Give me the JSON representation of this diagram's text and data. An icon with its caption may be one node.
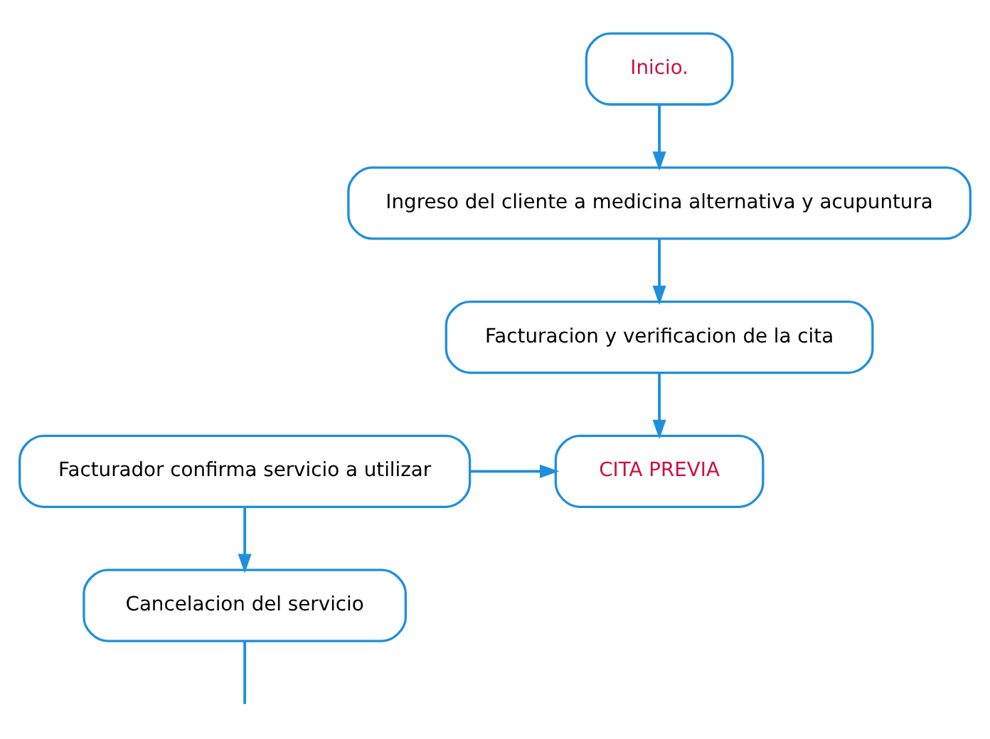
{
  "diagram": {
    "nodes": [
      {
        "text": [
          "Inicio."
        ]
      },
      {
        "text": [
          "Ingreso del cliente a medicina alternativa y acupuntura"
        ]
      },
      {
        "text": [
          "Facturacion y verificacion de la cita"
        ]
      },
      {
        "text": [
          "Facturador confirma servicio a utilizar"
        ]
      },
      {
        "text": [
          "CITA PREVIA"
        ]
      },
      {
        "text": [
          "Cancelacion del servicio"
        ]
      }
    ],
    "edges": [
      {
        "from": 0,
        "to": 1,
        "arrow": "to"
      },
      {
        "from": 1,
        "to": 2,
        "arrow": "to"
      },
      {
        "from": 2,
        "to": 4,
        "arrow": "to"
      },
      {
        "from": 3,
        "to": 4,
        "arrow": "to"
      },
      {
        "from": 3,
        "to": 5,
        "arrow": "to"
      },
      {
        "from": 5,
        "to": null,
        "arrow": "none"
      }
    ]
  }
}
